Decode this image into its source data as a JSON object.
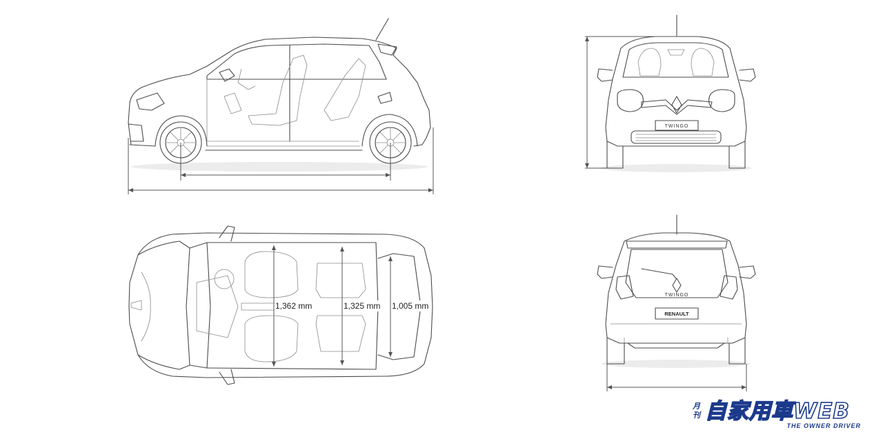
{
  "front_view": {
    "badge": "TWINGO"
  },
  "rear_view": {
    "badge": "TWINGO",
    "plate": "RENAULT"
  },
  "top_view": {
    "dimensions": [
      {
        "label": "1,362  mm"
      },
      {
        "label": "1,325  mm"
      },
      {
        "label": "1,005  mm"
      }
    ]
  },
  "watermark": {
    "small": "月刊",
    "title": "自家用車WEB",
    "tagline": "THE OWNER DRIVER",
    "color": "#1c3a8c"
  }
}
